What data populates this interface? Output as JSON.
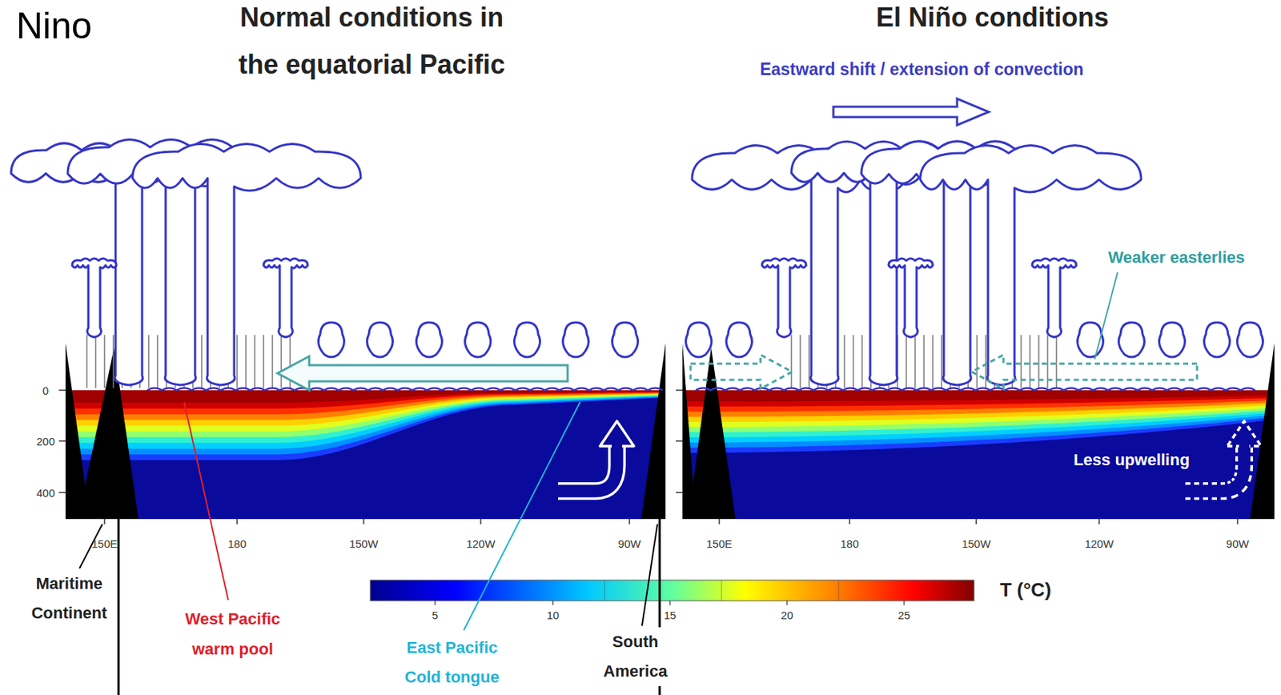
{
  "diagram": {
    "title": "Nino",
    "labels": [
      "Normal conditions in the equatorial Pacific",
      "El Niño conditions",
      "Eastward shift / extension of convection",
      "Weaker easterlies",
      "0",
      "200",
      "400",
      "150E",
      "180",
      "150W",
      "120W",
      "90W",
      "Less upwelling",
      "150E",
      "180",
      "150W",
      "120W",
      "90W",
      "5",
      "10",
      "15",
      "20",
      "25",
      "T (°C)",
      "Maritime Continent",
      "West Pacific warm pool",
      "East Pacific Cold tongue",
      "South America"
    ]
  }
}
